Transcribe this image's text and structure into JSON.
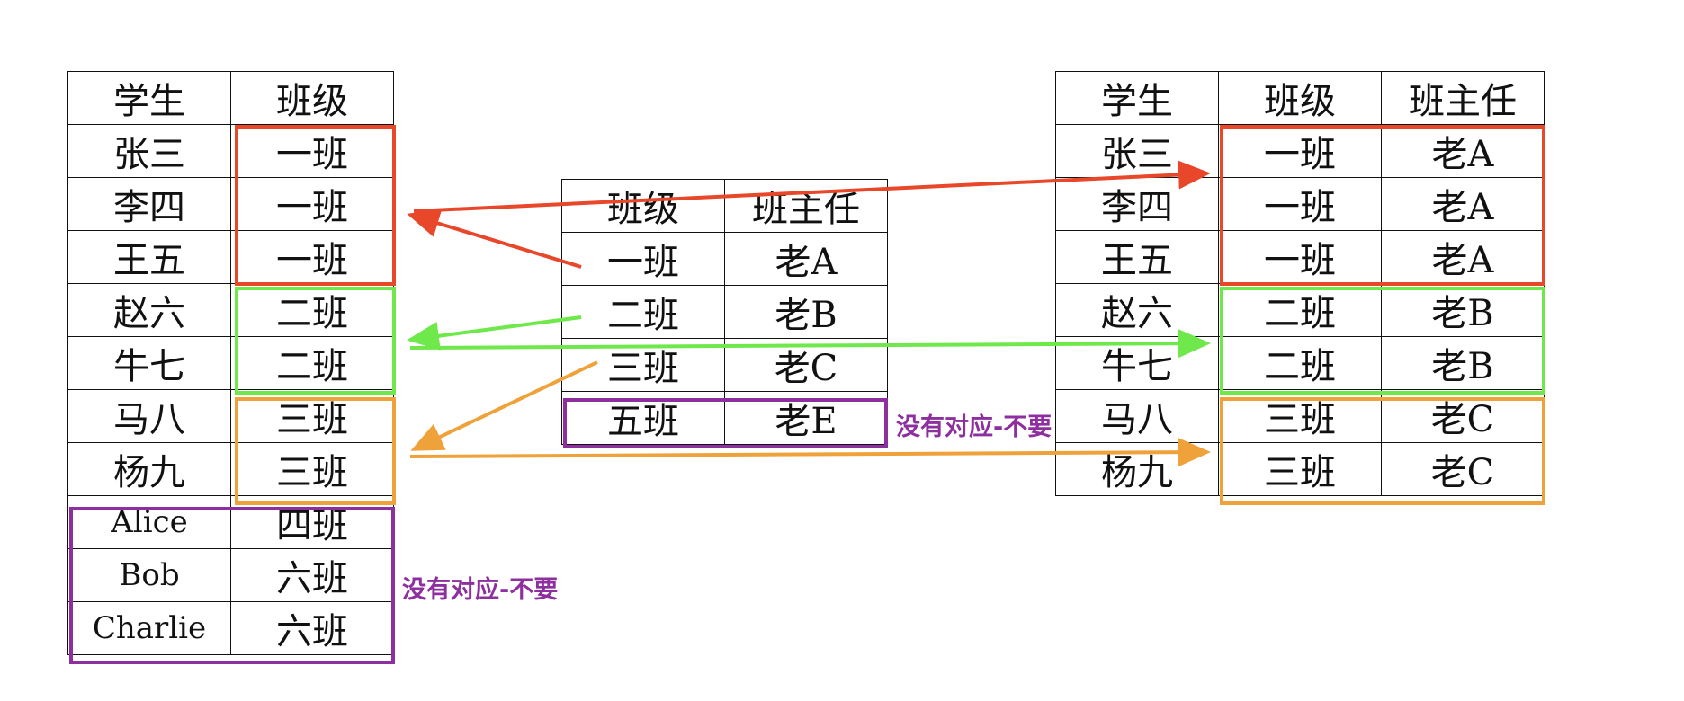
{
  "colors": {
    "class1": "#e8472a",
    "class2": "#6ee84a",
    "class3": "#f0a23a",
    "unmatched": "#8e2fa0",
    "grid": "#111111"
  },
  "students_table": {
    "headers": [
      "学生",
      "班级"
    ],
    "rows": [
      [
        "张三",
        "一班"
      ],
      [
        "李四",
        "一班"
      ],
      [
        "王五",
        "一班"
      ],
      [
        "赵六",
        "二班"
      ],
      [
        "牛七",
        "二班"
      ],
      [
        "马八",
        "三班"
      ],
      [
        "杨九",
        "三班"
      ],
      [
        "Alice",
        "四班"
      ],
      [
        "Bob",
        "六班"
      ],
      [
        "Charlie",
        "六班"
      ]
    ]
  },
  "teachers_table": {
    "headers": [
      "班级",
      "班主任"
    ],
    "rows": [
      [
        "一班",
        "老A"
      ],
      [
        "二班",
        "老B"
      ],
      [
        "三班",
        "老C"
      ],
      [
        "五班",
        "老E"
      ]
    ]
  },
  "joined_table": {
    "headers": [
      "学生",
      "班级",
      "班主任"
    ],
    "rows": [
      [
        "张三",
        "一班",
        "老A"
      ],
      [
        "李四",
        "一班",
        "老A"
      ],
      [
        "王五",
        "一班",
        "老A"
      ],
      [
        "赵六",
        "二班",
        "老B"
      ],
      [
        "牛七",
        "二班",
        "老B"
      ],
      [
        "马八",
        "三班",
        "老C"
      ],
      [
        "杨九",
        "三班",
        "老C"
      ]
    ]
  },
  "notes": {
    "left_unmatched": "没有对应-不要",
    "middle_unmatched": "没有对应-不要"
  }
}
